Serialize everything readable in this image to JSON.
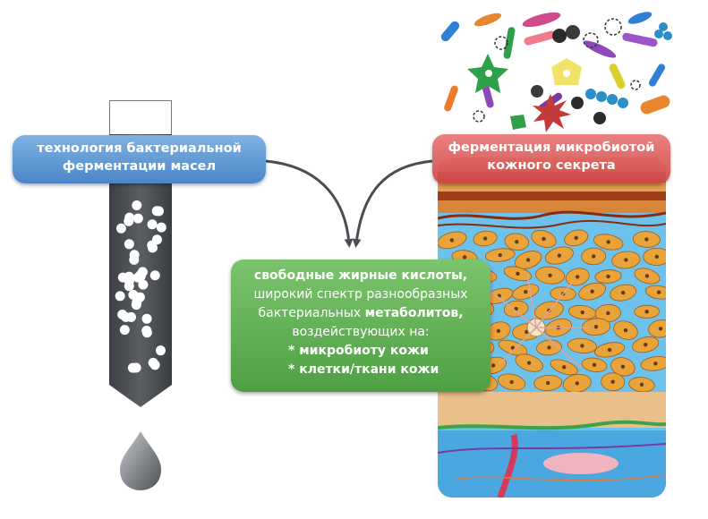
{
  "left_label": {
    "line1": "технология бактериальной",
    "line2": "ферментации масел"
  },
  "right_label": {
    "line1": "ферментация микробиотой",
    "line2": "кожного секрета"
  },
  "center_box": {
    "line1_bold": "свободные жирные кислоты,",
    "line2": "широкий спектр разнообразных",
    "line3_normal": "бактериальных ",
    "line3_bold": "метаболитов,",
    "line4": "воздействующих на:",
    "bullet1": "*   микробиоту кожи",
    "bullet2": "*   клетки/ткани кожи"
  },
  "colors": {
    "left_label": "#5a93d1",
    "right_label": "#d95c5c",
    "center_box": "#5fae52",
    "column": "#4a4d52",
    "skin_fluid": "#58b6e6",
    "skin_cells": "#e8a33a"
  }
}
